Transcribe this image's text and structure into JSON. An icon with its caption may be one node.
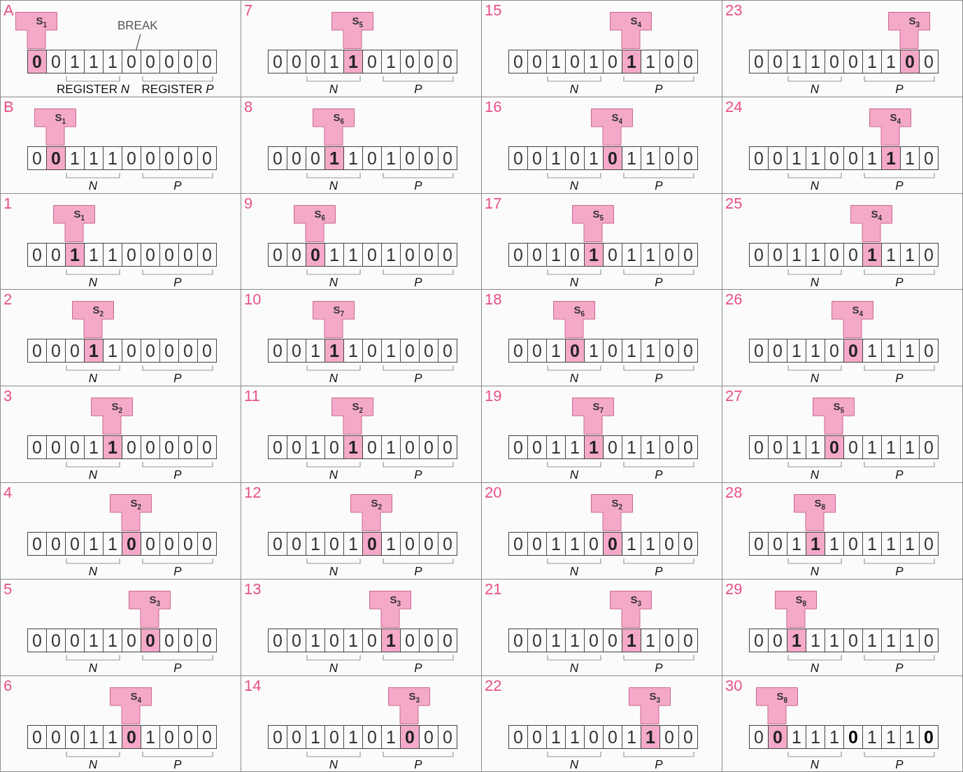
{
  "diagram": {
    "nodes": [
      {
        "text": [
          "A"
        ]
      },
      {
        "text": [
          "S$_{1}$"
        ],
        "in": 0
      },
      {
        "text": [
          "BREAK"
        ],
        "in": 0
      },
      {
        "text": [
          "0",
          "0",
          "1",
          "1",
          "1",
          "0",
          "0",
          "0",
          "0",
          "0"
        ],
        "in": 0,
        "beside": [
          "REGISTER *N*",
          "REGISTER *P*"
        ]
      },
      {
        "text": [
          "7"
        ]
      },
      {
        "text": [
          "S$_{5}$"
        ],
        "in": 4
      },
      {
        "text": [
          "0",
          "0",
          "0",
          "1",
          "1",
          "0",
          "1",
          "0",
          "0",
          "0"
        ],
        "in": 4,
        "beside": [
          "N",
          "P"
        ]
      },
      {
        "text": [
          "15"
        ]
      },
      {
        "text": [
          "S$_{4}$"
        ],
        "in": 7
      },
      {
        "text": [
          "0",
          "0",
          "1",
          "0",
          "1",
          "0",
          "1",
          "1",
          "0",
          "0"
        ],
        "in": 7,
        "beside": [
          "N",
          "P"
        ]
      },
      {
        "text": [
          "23"
        ]
      },
      {
        "text": [
          "S$_{3}$"
        ],
        "in": 10
      },
      {
        "text": [
          "0",
          "0",
          "1",
          "1",
          "0",
          "0",
          "1",
          "1",
          "0",
          "0"
        ],
        "in": 10,
        "beside": [
          "N",
          "P"
        ]
      },
      {
        "text": [
          "B"
        ]
      },
      {
        "text": [
          "S$_{1}$"
        ],
        "in": 13
      },
      {
        "text": [
          "0",
          "0",
          "1",
          "1",
          "1",
          "0",
          "0",
          "0",
          "0",
          "0"
        ],
        "in": 13,
        "beside": [
          "N",
          "P"
        ]
      },
      {
        "text": [
          "8"
        ]
      },
      {
        "text": [
          "S$_{6}$"
        ],
        "in": 16
      },
      {
        "text": [
          "0",
          "0",
          "0",
          "1",
          "1",
          "0",
          "1",
          "0",
          "0",
          "0"
        ],
        "in": 16,
        "beside": [
          "N",
          "P"
        ]
      },
      {
        "text": [
          "16"
        ]
      },
      {
        "text": [
          "S$_{4}$"
        ],
        "in": 19
      },
      {
        "text": [
          "0",
          "0",
          "1",
          "0",
          "1",
          "0",
          "1",
          "1",
          "0",
          "0"
        ],
        "in": 19,
        "beside": [
          "N",
          "P"
        ]
      },
      {
        "text": [
          "24"
        ]
      },
      {
        "text": [
          "S$_{4}$"
        ],
        "in": 22
      },
      {
        "text": [
          "0",
          "0",
          "1",
          "1",
          "0",
          "0",
          "1",
          "1",
          "1",
          "0"
        ],
        "in": 22,
        "beside": [
          "N",
          "P"
        ]
      },
      {
        "text": [
          "1"
        ]
      },
      {
        "text": [
          "S$_{1}$"
        ],
        "in": 25
      },
      {
        "text": [
          "0",
          "0",
          "1",
          "1",
          "1",
          "0",
          "0",
          "0",
          "0",
          "0"
        ],
        "in": 25,
        "beside": [
          "N",
          "P"
        ]
      },
      {
        "text": [
          "9"
        ]
      },
      {
        "text": [
          "S$_{6}$"
        ],
        "in": 28
      },
      {
        "text": [
          "0",
          "0",
          "0",
          "1",
          "1",
          "0",
          "1",
          "0",
          "0",
          "0"
        ],
        "in": 28,
        "beside": [
          "N",
          "P"
        ]
      },
      {
        "text": [
          "17"
        ]
      },
      {
        "text": [
          "S$_{5}$"
        ],
        "in": 31
      },
      {
        "text": [
          "0",
          "0",
          "1",
          "0",
          "1",
          "0",
          "1",
          "1",
          "0",
          "0"
        ],
        "in": 31,
        "beside": [
          "N",
          "P"
        ]
      },
      {
        "text": [
          "25"
        ]
      },
      {
        "text": [
          "S$_{4}$"
        ],
        "in": 34
      },
      {
        "text": [
          "0",
          "0",
          "1",
          "1",
          "0",
          "0",
          "1",
          "1",
          "1",
          "0"
        ],
        "in": 34,
        "beside": [
          "N",
          "P"
        ]
      },
      {
        "text": [
          "2"
        ]
      },
      {
        "text": [
          "S$_{2}$"
        ],
        "in": 37
      },
      {
        "text": [
          "0",
          "0",
          "0",
          "1",
          "1",
          "0",
          "0",
          "0",
          "0",
          "0"
        ],
        "in": 37,
        "beside": [
          "N",
          "P"
        ]
      },
      {
        "text": [
          "10"
        ]
      },
      {
        "text": [
          "S$_{7}$"
        ],
        "in": 40
      },
      {
        "text": [
          "0",
          "0",
          "1",
          "1",
          "1",
          "0",
          "1",
          "0",
          "0",
          "0"
        ],
        "in": 40,
        "beside": [
          "N",
          "P"
        ]
      },
      {
        "text": [
          "18"
        ]
      },
      {
        "text": [
          "S$_{6}$"
        ],
        "in": 43
      },
      {
        "text": [
          "0",
          "0",
          "1",
          "0",
          "1",
          "0",
          "1",
          "1",
          "0",
          "0"
        ],
        "in": 43,
        "beside": [
          "N",
          "P"
        ]
      },
      {
        "text": [
          "26"
        ]
      },
      {
        "text": [
          "S$_{4}$"
        ],
        "in": 46
      },
      {
        "text": [
          "0",
          "0",
          "1",
          "1",
          "0",
          "0",
          "1",
          "1",
          "1",
          "0"
        ],
        "in": 46,
        "beside": [
          "N",
          "P"
        ]
      },
      {
        "text": [
          "3"
        ]
      },
      {
        "text": [
          "S$_{2}$"
        ],
        "in": 49
      },
      {
        "text": [
          "0",
          "0",
          "0",
          "1",
          "1",
          "0",
          "0",
          "0",
          "0",
          "0"
        ],
        "in": 49,
        "beside": [
          "N",
          "P"
        ]
      },
      {
        "text": [
          "11"
        ]
      },
      {
        "text": [
          "S$_{2}$"
        ],
        "in": 52
      },
      {
        "text": [
          "0",
          "0",
          "1",
          "0",
          "1",
          "0",
          "1",
          "0",
          "0",
          "0"
        ],
        "in": 52,
        "beside": [
          "N",
          "P"
        ]
      },
      {
        "text": [
          "19"
        ]
      },
      {
        "text": [
          "S$_{7}$"
        ],
        "in": 55
      },
      {
        "text": [
          "0",
          "0",
          "1",
          "1",
          "1",
          "0",
          "1",
          "1",
          "0",
          "0"
        ],
        "in": 55,
        "beside": [
          "N",
          "P"
        ]
      },
      {
        "text": [
          "27"
        ]
      },
      {
        "text": [
          "S$_{5}$"
        ],
        "in": 58
      },
      {
        "text": [
          "0",
          "0",
          "1",
          "1",
          "0",
          "0",
          "1",
          "1",
          "1",
          "0"
        ],
        "in": 58,
        "beside": [
          "N",
          "P"
        ]
      },
      {
        "text": [
          "4"
        ]
      },
      {
        "text": [
          "S$_{2}$"
        ],
        "in": 61
      },
      {
        "text": [
          "0",
          "0",
          "0",
          "1",
          "1",
          "0",
          "0",
          "0",
          "0",
          "0"
        ],
        "in": 61,
        "beside": [
          "N",
          "P"
        ]
      },
      {
        "text": [
          "12"
        ]
      },
      {
        "text": [
          "S$_{2}$"
        ],
        "in": 64
      },
      {
        "text": [
          "0",
          "0",
          "1",
          "0",
          "1",
          "0",
          "1",
          "0",
          "0",
          "0"
        ],
        "in": 64,
        "beside": [
          "N",
          "P"
        ]
      },
      {
        "text": [
          "20"
        ]
      },
      {
        "text": [
          "S$_{2}$"
        ],
        "in": 67
      },
      {
        "text": [
          "0",
          "0",
          "1",
          "1",
          "0",
          "0",
          "1",
          "1",
          "0",
          "0"
        ],
        "in": 67,
        "beside": [
          "N",
          "P"
        ]
      },
      {
        "text": [
          "28"
        ]
      },
      {
        "text": [
          "S$_{8}$"
        ],
        "in": 70
      },
      {
        "text": [
          "0",
          "0",
          "1",
          "1",
          "1",
          "0",
          "1",
          "1",
          "1",
          "0"
        ],
        "in": 70,
        "beside": [
          "N",
          "P"
        ]
      },
      {
        "text": [
          "5"
        ]
      },
      {
        "text": [
          "S$_{3}$"
        ],
        "in": 73
      },
      {
        "text": [
          "0",
          "0",
          "0",
          "1",
          "1",
          "0",
          "0",
          "0",
          "0",
          "0"
        ],
        "in": 73,
        "beside": [
          "N",
          "P"
        ]
      },
      {
        "text": [
          "13"
        ]
      },
      {
        "text": [
          "S$_{3}$"
        ],
        "in": 76
      },
      {
        "text": [
          "0",
          "0",
          "1",
          "0",
          "1",
          "0",
          "1",
          "0",
          "0",
          "0"
        ],
        "in": 76,
        "beside": [
          "N",
          "P"
        ]
      },
      {
        "text": [
          "21"
        ]
      },
      {
        "text": [
          "S$_{3}$"
        ],
        "in": 79
      },
      {
        "text": [
          "0",
          "0",
          "1",
          "1",
          "0",
          "0",
          "1",
          "1",
          "0",
          "0"
        ],
        "in": 79,
        "beside": [
          "N",
          "P"
        ]
      },
      {
        "text": [
          "29"
        ]
      },
      {
        "text": [
          "S$_{8}$"
        ],
        "in": 82
      },
      {
        "text": [
          "0",
          "0",
          "1",
          "1",
          "1",
          "0",
          "1",
          "1",
          "1",
          "0"
        ],
        "in": 82,
        "beside": [
          "N",
          "P"
        ]
      },
      {
        "text": [
          "6"
        ]
      },
      {
        "text": [
          "S$_{4}$"
        ],
        "in": 85
      },
      {
        "text": [
          "0",
          "0",
          "0",
          "1",
          "1",
          "0",
          "1",
          "0",
          "0",
          "0"
        ],
        "in": 85,
        "beside": [
          "N",
          "P"
        ]
      },
      {
        "text": [
          "14"
        ]
      },
      {
        "text": [
          "S$_{3}$"
        ],
        "in": 88
      },
      {
        "text": [
          "0",
          "0",
          "1",
          "0",
          "1",
          "0",
          "1",
          "0",
          "0",
          "0"
        ],
        "in": 88,
        "beside": [
          "N",
          "P"
        ]
      },
      {
        "text": [
          "22"
        ]
      },
      {
        "text": [
          "S$_{3}$"
        ],
        "in": 91
      },
      {
        "text": [
          "0",
          "0",
          "1",
          "1",
          "0",
          "0",
          "1",
          "1",
          "0",
          "0"
        ],
        "in": 91,
        "beside": [
          "N",
          "P"
        ]
      },
      {
        "text": [
          "30"
        ]
      },
      {
        "text": [
          "S$_{8}$"
        ],
        "in": 94
      },
      {
        "text": [
          "0",
          "0",
          "1",
          "1",
          "1",
          "0",
          "1",
          "1",
          "1",
          "0"
        ],
        "in": 94,
        "beside": [
          "N",
          "P"
        ]
      }
    ],
    "edges": [
      {
        "from": 2,
        "to": 3,
        "arrow": "none"
      }
    ]
  }
}
